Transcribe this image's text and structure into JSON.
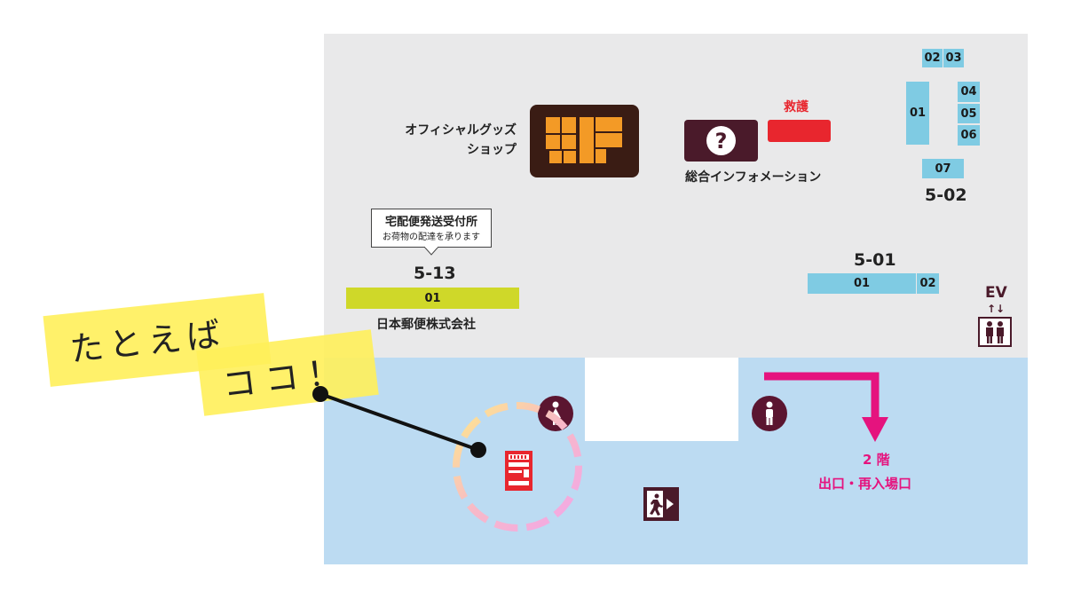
{
  "annotation": {
    "line1": "たとえば",
    "line2": "ココ！"
  },
  "goods_shop": {
    "label_line1": "オフィシャルグッズ",
    "label_line2": "ショップ",
    "icon": "goods-shop-logo-icon"
  },
  "information": {
    "label": "総合インフォメーション",
    "icon": "question-mark-icon"
  },
  "rescue": {
    "label": "救護",
    "color": "#e8262e"
  },
  "zone_5_02": {
    "label": "5-02",
    "booths": [
      "01",
      "02",
      "03",
      "04",
      "05",
      "06",
      "07"
    ]
  },
  "zone_5_01": {
    "label": "5-01",
    "booths": [
      "01",
      "02"
    ]
  },
  "zone_5_13": {
    "label": "5-13",
    "booth": "01",
    "company": "日本郵便株式会社",
    "bubble_title": "宅配便発送受付所",
    "bubble_sub": "お荷物の配達を承ります"
  },
  "elevator": {
    "label": "EV",
    "arrows": "↑↓",
    "icon": "elevator-icon"
  },
  "exit": {
    "floor": "2 階",
    "label": "出口・再入場口",
    "color": "#e5137e"
  },
  "icons": {
    "female_restroom": "female-restroom-icon",
    "male_restroom": "male-restroom-icon",
    "vending_machine": "vending-machine-icon",
    "emergency_exit": "emergency-exit-icon"
  },
  "colors": {
    "gray_area": "#e9e9ea",
    "blue_area": "#bcdbf2",
    "booth_blue": "#7fcbe3",
    "booth_green": "#cfd829",
    "icon_maroon": "#5b1530",
    "sticky_yellow": "#fff176"
  }
}
